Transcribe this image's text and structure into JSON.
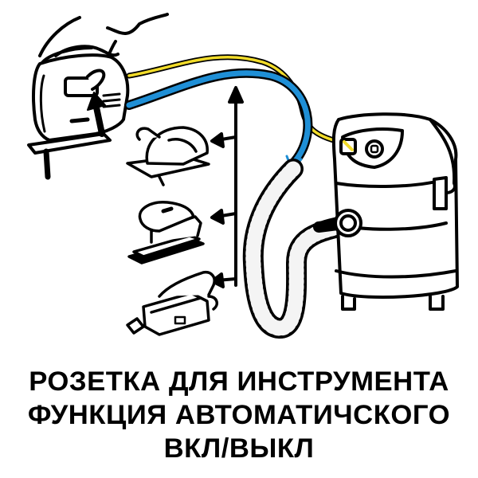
{
  "illustration": {
    "description": "Jigsaw connected by power cable to vacuum cleaner socket; alternative tools: circular saw, orbital sander, belt sander",
    "items": [
      {
        "name": "jigsaw",
        "note": "arrow pointing at power switch"
      },
      {
        "name": "circular-saw"
      },
      {
        "name": "orbital-sander"
      },
      {
        "name": "belt-sander"
      },
      {
        "name": "wet-dry-vacuum",
        "note": "power tool socket with plug inserted"
      }
    ],
    "colors": {
      "power_cable": "#f2dc2a",
      "suction_flow": "#1f8fd6",
      "outline": "#000000",
      "background": "#ffffff"
    }
  },
  "caption": {
    "line1": "РОЗЕТКА ДЛЯ ИНСТРУМЕНТА",
    "line2": "ФУНКЦИЯ АВТОМАТИЧСКОГО",
    "line3": "ВКЛ/ВЫКЛ"
  }
}
